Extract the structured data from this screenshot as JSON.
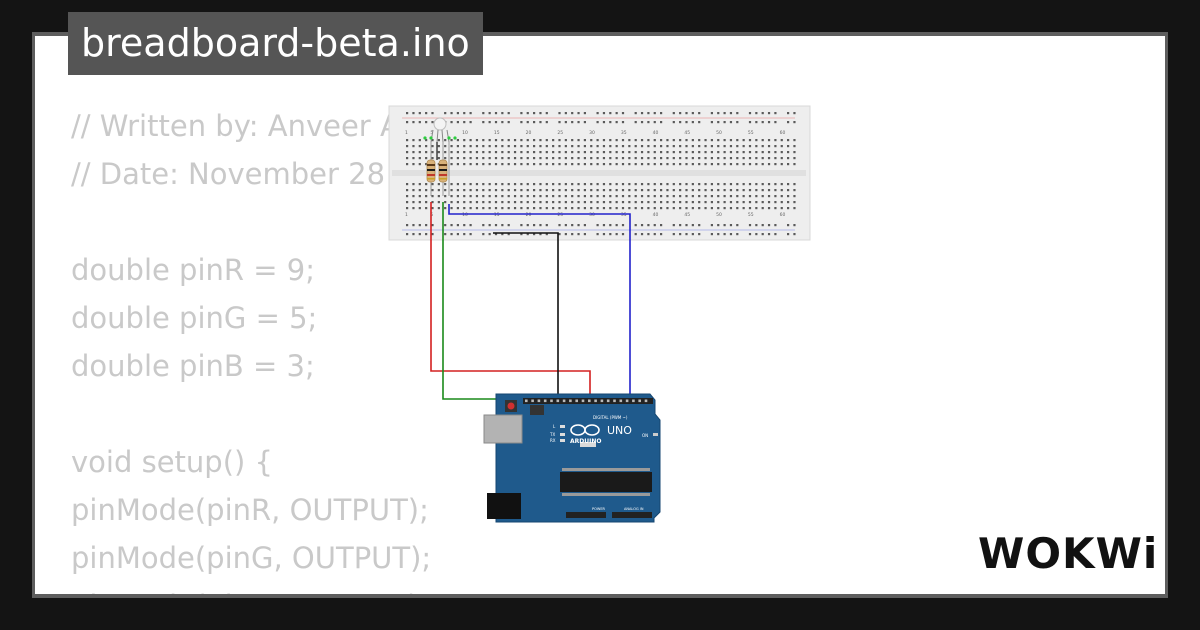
{
  "project": {
    "filename": "breadboard-beta.ino"
  },
  "code_lines": [
    "// Written by: Anveer A",
    "// Date: November 28",
    "",
    "double pinR = 9;",
    "double pinG = 5;",
    "double pinB = 3;",
    "",
    "void setup() {",
    "pinMode(pinR, OUTPUT);",
    "pinMode(pinG, OUTPUT);",
    "pinMode(pinB, OUTPUT);"
  ],
  "breadboard": {
    "column_labels": [
      "1",
      "5",
      "10",
      "15",
      "20",
      "25",
      "30",
      "35",
      "40",
      "45",
      "50",
      "55",
      "60"
    ]
  },
  "arduino": {
    "model_label": "UNO",
    "brand_label": "ARDUINO",
    "digital_header_label": "DIGITAL (PWM ~)",
    "power_label": "POWER",
    "analog_label": "ANALOG IN",
    "on_label": "ON",
    "l_label": "L",
    "tx_label": "TX",
    "rx_label": "RX"
  },
  "brand": {
    "logo_text": "WOKWi"
  },
  "colors": {
    "wire_red": "#d42020",
    "wire_green": "#1a8a1a",
    "wire_blue": "#2222cc",
    "wire_black": "#111111",
    "board_blue": "#1f5a8c",
    "title_tab_bg": "#555555"
  }
}
